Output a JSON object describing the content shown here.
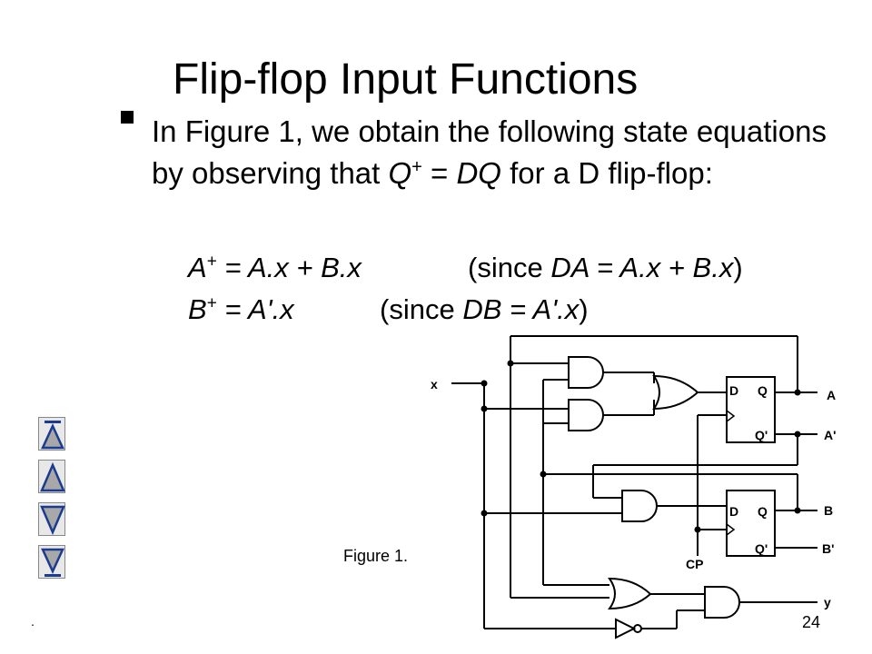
{
  "slide": {
    "title": "Flip-flop Input Functions",
    "bullet": {
      "part1": "In Figure 1, we obtain the following state equations by observing that ",
      "q": "Q",
      "plus": "+",
      "eq": " = ",
      "dq": "DQ",
      "part2": " for a D flip-flop:"
    },
    "equations": [
      {
        "var": "A",
        "sup": "+",
        "rhs": " = A.x + B.x",
        "note_open": "(since ",
        "note_expr": "DA = A.x + B.x",
        "note_close": ")"
      },
      {
        "var": "B",
        "sup": "+",
        "rhs": " = A'.x",
        "note_open": "(since ",
        "note_expr": "DB = A'.x",
        "note_close": ")"
      }
    ],
    "figure_caption": "Figure 1.",
    "page_number": "24",
    "corner_mark": "."
  },
  "circuit": {
    "labels": {
      "x": "x",
      "A": "A",
      "A_bar": "A'",
      "B": "B",
      "B_bar": "B'",
      "y": "y",
      "CP": "CP",
      "ff1_D": "D",
      "ff1_Q": "Q",
      "ff1_Qbar": "Q'",
      "ff2_D": "D",
      "ff2_Q": "Q",
      "ff2_Qbar": "Q'"
    }
  },
  "navigation": {
    "buttons": [
      {
        "name": "first-slide-button",
        "icon": "first-slide-icon"
      },
      {
        "name": "previous-slide-button",
        "icon": "previous-icon"
      },
      {
        "name": "next-slide-button",
        "icon": "next-icon"
      },
      {
        "name": "last-slide-button",
        "icon": "last-slide-icon"
      }
    ],
    "icon_fill": "#a8a8a8"
  }
}
